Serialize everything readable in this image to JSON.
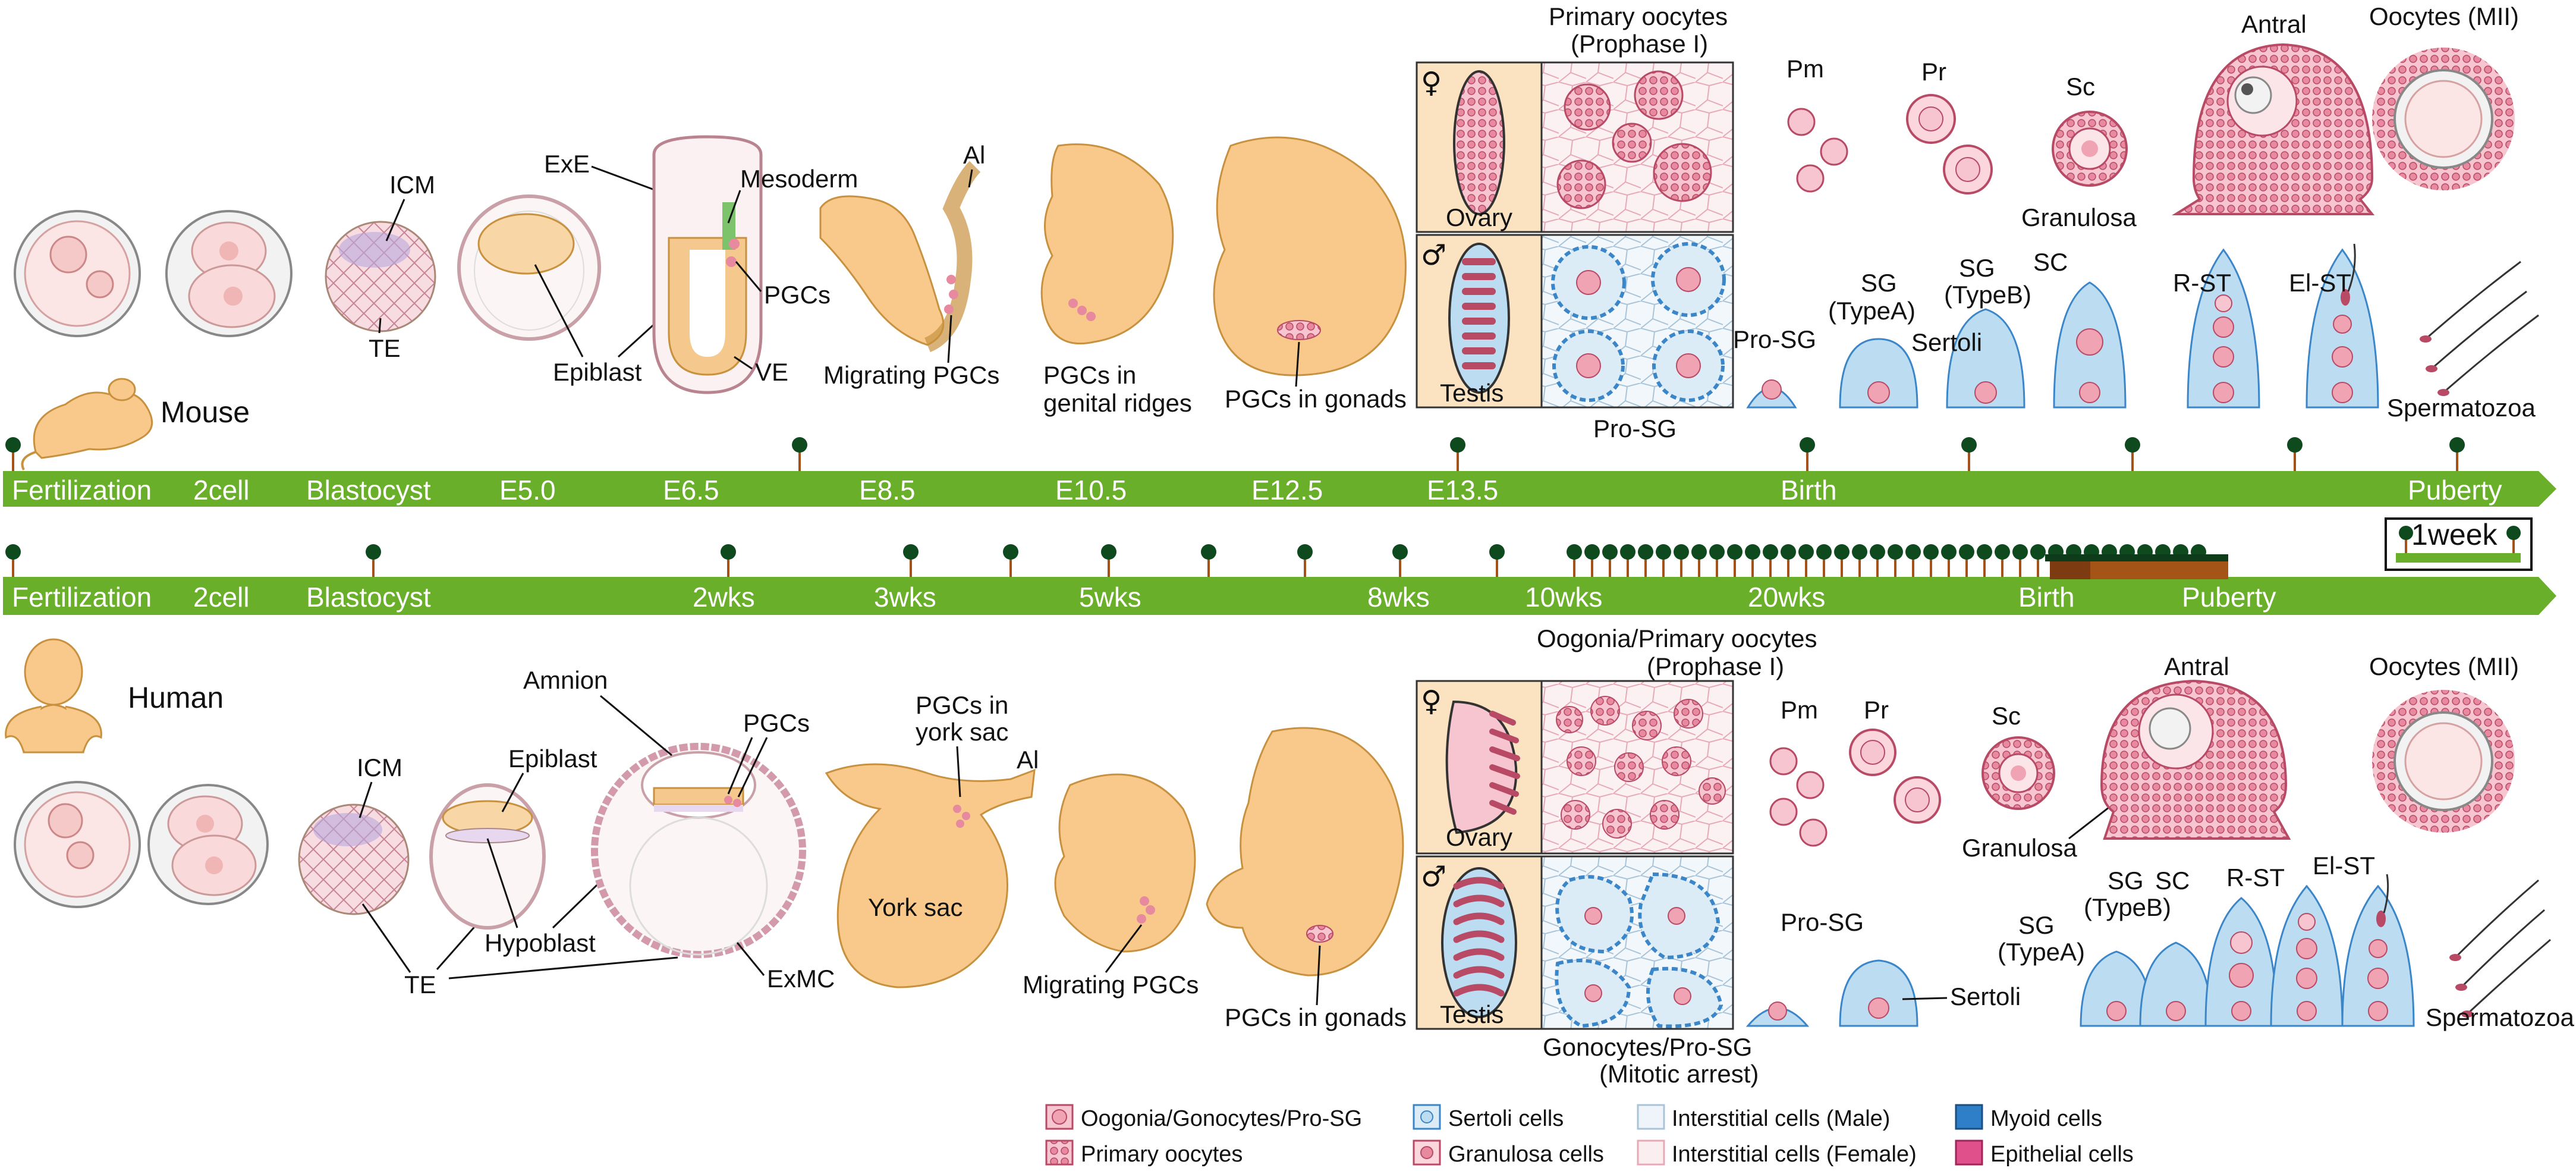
{
  "colors": {
    "timeline_green": "#6aaf2a",
    "marker_dark": "#0e4a1e",
    "marker_stem": "#a5521a",
    "embryo_orange": "#f8c98a",
    "embryo_stroke": "#c8913f",
    "gonad_bg": "#fbe3c1",
    "sertoli_blue": "#bcdcf2",
    "oocyte_pink": "#f0a3b3",
    "brown_band": "#a55418",
    "dark_band": "#0e3b1a"
  },
  "mouse": {
    "species": "Mouse",
    "timeline": [
      "Fertilization",
      "2cell",
      "Blastocyst",
      "E5.0",
      "E6.5",
      "E8.5",
      "E10.5",
      "E12.5",
      "E13.5",
      "Birth",
      "Puberty"
    ],
    "labels": {
      "icm": "ICM",
      "te": "TE",
      "exe": "ExE",
      "epiblast": "Epiblast",
      "mesoderm": "Mesoderm",
      "pgcs": "PGCs",
      "ve": "VE",
      "al": "Al",
      "migrating_pgcs": "Migrating PGCs",
      "pgcs_genital_1": "PGCs in",
      "pgcs_genital_2": "genital ridges",
      "pgcs_gonads": "PGCs in gonads",
      "primary_oocytes_1": "Primary oocytes",
      "primary_oocytes_2": "(Prophase I)",
      "ovary": "Ovary",
      "testis": "Testis",
      "pro_sg_bottom": "Pro-SG",
      "pm": "Pm",
      "pr": "Pr",
      "sc_female": "Sc",
      "granulosa": "Granulosa",
      "antral": "Antral",
      "oocytes_mii": "Oocytes (MII)",
      "pro_sg": "Pro-SG",
      "sg_typea_1": "SG",
      "sg_typea_2": "(TypeA)",
      "sg_typeb_1": "SG",
      "sg_typeb_2": "(TypeB)",
      "sertoli": "Sertoli",
      "sc_male": "SC",
      "r_st": "R-ST",
      "el_st": "El-ST",
      "spermatozoa": "Spermatozoa"
    }
  },
  "human": {
    "species": "Human",
    "timeline": [
      "Fertilization",
      "2cell",
      "Blastocyst",
      "2wks",
      "3wks",
      "5wks",
      "8wks",
      "10wks",
      "20wks",
      "Birth",
      "Puberty"
    ],
    "scale_label": "1week",
    "labels": {
      "icm": "ICM",
      "te": "TE",
      "amnion": "Amnion",
      "epiblast": "Epiblast",
      "hypoblast": "Hypoblast",
      "pgcs": "PGCs",
      "exmc": "ExMC",
      "pgcs_yolk_1": "PGCs in",
      "pgcs_yolk_2": "york sac",
      "al": "Al",
      "york_sac": "York sac",
      "migrating_pgcs": "Migrating PGCs",
      "pgcs_gonads": "PGCs in gonads",
      "oogonia_1": "Oogonia/Primary oocytes",
      "oogonia_2": "(Prophase I)",
      "ovary": "Ovary",
      "testis": "Testis",
      "gonocytes_1": "Gonocytes/Pro-SG",
      "gonocytes_2": "(Mitotic arrest)",
      "pm": "Pm",
      "pr": "Pr",
      "sc_female": "Sc",
      "granulosa": "Granulosa",
      "antral": "Antral",
      "oocytes_mii": "Oocytes (MII)",
      "pro_sg": "Pro-SG",
      "sertoli": "Sertoli",
      "sg_typea_1": "SG",
      "sg_typea_2": "(TypeA)",
      "sg_typeb_1": "SG",
      "sg_typeb_2": "(TypeB)",
      "sc_male": "SC",
      "r_st": "R-ST",
      "el_st": "El-ST",
      "spermatozoa": "Spermatozoa"
    }
  },
  "legend": [
    {
      "label": "Oogonia/Gonocytes/Pro-SG",
      "icon": "oogonia-cell-icon"
    },
    {
      "label": "Primary oocytes",
      "icon": "primary-oocyte-icon"
    },
    {
      "label": "Sertoli cells",
      "icon": "sertoli-cell-icon"
    },
    {
      "label": "Granulosa cells",
      "icon": "granulosa-cell-icon"
    },
    {
      "label": "Interstitial cells (Male)",
      "icon": "interstitial-male-icon"
    },
    {
      "label": "Interstitial cells (Female)",
      "icon": "interstitial-female-icon"
    },
    {
      "label": "Myoid cells",
      "icon": "myoid-cell-icon"
    },
    {
      "label": "Epithelial cells",
      "icon": "epithelial-cell-icon"
    }
  ]
}
